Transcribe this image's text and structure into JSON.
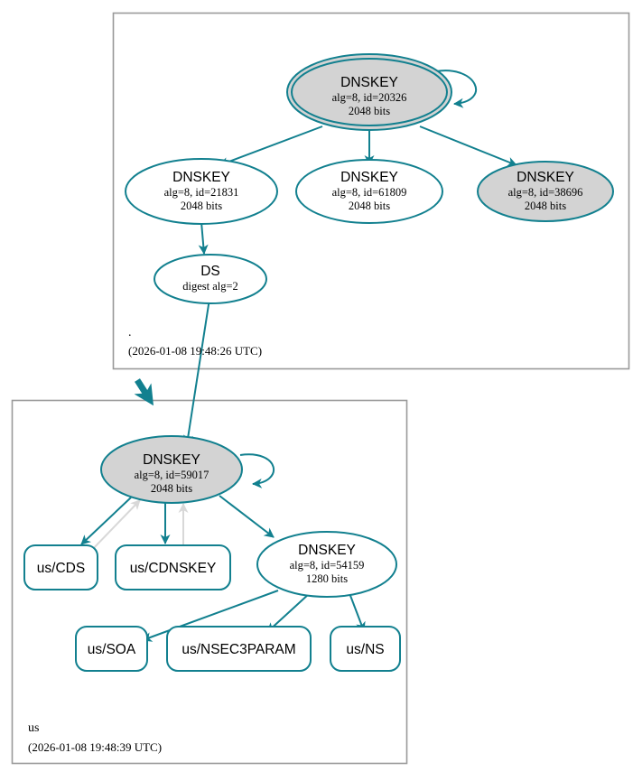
{
  "diagram": {
    "kind": "dnssec-authentication-chain",
    "colors": {
      "accent": "#12808f",
      "secure_key_fill": "#d3d3d3",
      "plain_key_fill": "#ffffff",
      "panel_border": "#9a9a9a",
      "inactive_edge": "#d8d8d8",
      "background": "#ffffff"
    }
  },
  "zones": [
    {
      "id": "root",
      "name": ".",
      "timestamp": "(2026-01-08 19:48:26 UTC)",
      "nodes": [
        {
          "id": "root-ksk-20326",
          "type": "DNSKEY",
          "title": "DNSKEY",
          "alg_id": "alg=8, id=20326",
          "size": "2048 bits",
          "shaded": true,
          "trust_anchor": true,
          "self_signed": true
        },
        {
          "id": "root-zsk-21831",
          "type": "DNSKEY",
          "title": "DNSKEY",
          "alg_id": "alg=8, id=21831",
          "size": "2048 bits",
          "shaded": false,
          "trust_anchor": false,
          "self_signed": false
        },
        {
          "id": "root-zsk-61809",
          "type": "DNSKEY",
          "title": "DNSKEY",
          "alg_id": "alg=8, id=61809",
          "size": "2048 bits",
          "shaded": false,
          "trust_anchor": false,
          "self_signed": false
        },
        {
          "id": "root-zsk-38696",
          "type": "DNSKEY",
          "title": "DNSKEY",
          "alg_id": "alg=8, id=38696",
          "size": "2048 bits",
          "shaded": true,
          "trust_anchor": false,
          "self_signed": false
        },
        {
          "id": "root-ds",
          "type": "DS",
          "title": "DS",
          "alg_id": "digest alg=2",
          "size": "",
          "shaded": false,
          "trust_anchor": false,
          "self_signed": false
        }
      ]
    },
    {
      "id": "us",
      "name": "us",
      "timestamp": "(2026-01-08 19:48:39 UTC)",
      "nodes": [
        {
          "id": "us-ksk-59017",
          "type": "DNSKEY",
          "title": "DNSKEY",
          "alg_id": "alg=8, id=59017",
          "size": "2048 bits",
          "shaded": true,
          "trust_anchor": false,
          "self_signed": true
        },
        {
          "id": "us-zsk-54159",
          "type": "DNSKEY",
          "title": "DNSKEY",
          "alg_id": "alg=8, id=54159",
          "size": "1280 bits",
          "shaded": false,
          "trust_anchor": false,
          "self_signed": false
        }
      ],
      "rrsets": [
        {
          "id": "us-cds",
          "label": "us/CDS"
        },
        {
          "id": "us-cdnskey",
          "label": "us/CDNSKEY"
        },
        {
          "id": "us-soa",
          "label": "us/SOA"
        },
        {
          "id": "us-nsec3param",
          "label": "us/NSEC3PARAM"
        },
        {
          "id": "us-ns",
          "label": "us/NS"
        }
      ]
    }
  ]
}
